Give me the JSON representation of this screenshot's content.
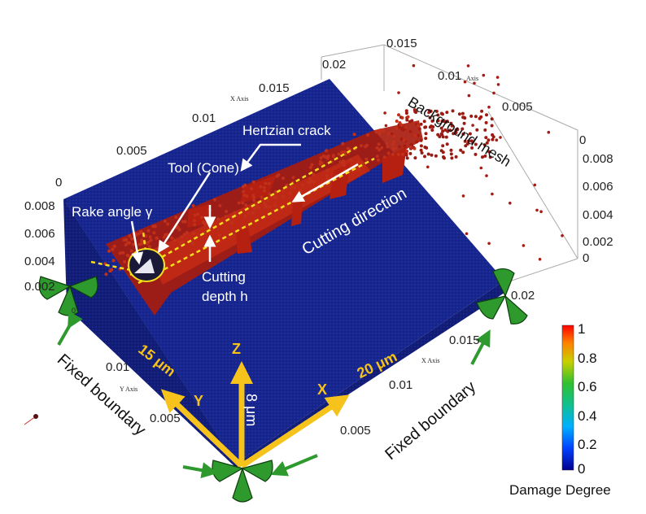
{
  "annotations": {
    "background_mesh": "Background mesh",
    "hertzian_crack": "Hertzian crack",
    "tool": "Tool (Cone)",
    "rake_angle": "Rake angle γ",
    "cutting_direction": "Cutting direction",
    "cutting_depth_line1": "Cutting",
    "cutting_depth_line2": "depth h",
    "fixed_boundary_left": "Fixed boundary",
    "fixed_boundary_right": "Fixed boundary"
  },
  "axes": {
    "x_axis_name": "X Axis",
    "y_axis_name": "Y Axis",
    "top_x_ticks": [
      "0",
      "0.005",
      "0.01",
      "0.015",
      "0.02"
    ],
    "top_y_ticks": [
      "0.015",
      "0.01",
      "0.005",
      "0"
    ],
    "right_z_ticks": [
      "0.008",
      "0.006",
      "0.004",
      "0.002",
      "0"
    ],
    "left_z_ticks": [
      "0.008",
      "0.006",
      "0.004",
      "0.002",
      "0"
    ],
    "bottom_x_ticks": [
      "0.005",
      "0.01",
      "0.015",
      "0.02"
    ],
    "bottom_y_ticks": [
      "0.01",
      "0.005"
    ]
  },
  "dimensions": {
    "y_length": "15 μm",
    "x_length": "20 μm",
    "z_height": "8 μm",
    "x_label": "X",
    "y_label": "Y",
    "z_label": "Z"
  },
  "legend": {
    "title": "Damage Degree",
    "ticks": [
      "1",
      "0.8",
      "0.6",
      "0.4",
      "0.2",
      "0"
    ]
  },
  "colors": {
    "block_top": "#1a2a8c",
    "block_front": "#142079",
    "block_side": "#0f1a66",
    "crack": "#b52010",
    "annotation_yellow": "#f6c21c",
    "boundary_green": "#2e9a2e"
  }
}
